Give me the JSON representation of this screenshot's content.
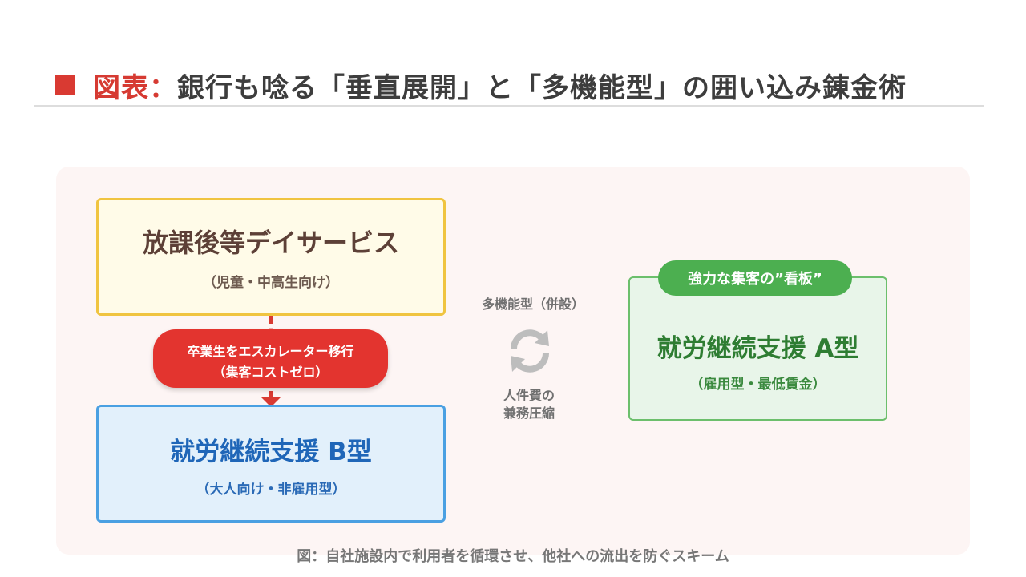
{
  "header": {
    "label": "図表：",
    "title": "銀行も唸る「垂直展開」と「多機能型」の囲い込み錬金術"
  },
  "diagram": {
    "yellow_box": {
      "title": "放課後等デイサービス",
      "subtitle": "（児童・中高生向け）"
    },
    "red_pill": {
      "line1": "卒業生をエスカレーター移行",
      "line2": "（集客コストゼロ）"
    },
    "blue_box": {
      "title": "就労継続支援 B型",
      "subtitle": "（大人向け・非雇用型）"
    },
    "middle": {
      "top_label": "多機能型（併設）",
      "bottom_line1": "人件費の",
      "bottom_line2": "兼務圧縮",
      "icon": "cycle-icon"
    },
    "green_badge": "強力な集客の”看板”",
    "green_box": {
      "title": "就労継続支援 A型",
      "subtitle": "（雇用型・最低賃金）"
    }
  },
  "caption": "図：自社施設内で利用者を循環させ、他社への流出を防ぐスキーム",
  "colors": {
    "accent_red": "#d93a32",
    "yellow_border": "#f0c440",
    "blue_border": "#4aa0e2",
    "green_badge": "#4caf50",
    "panel_bg": "#fdf5f4"
  }
}
